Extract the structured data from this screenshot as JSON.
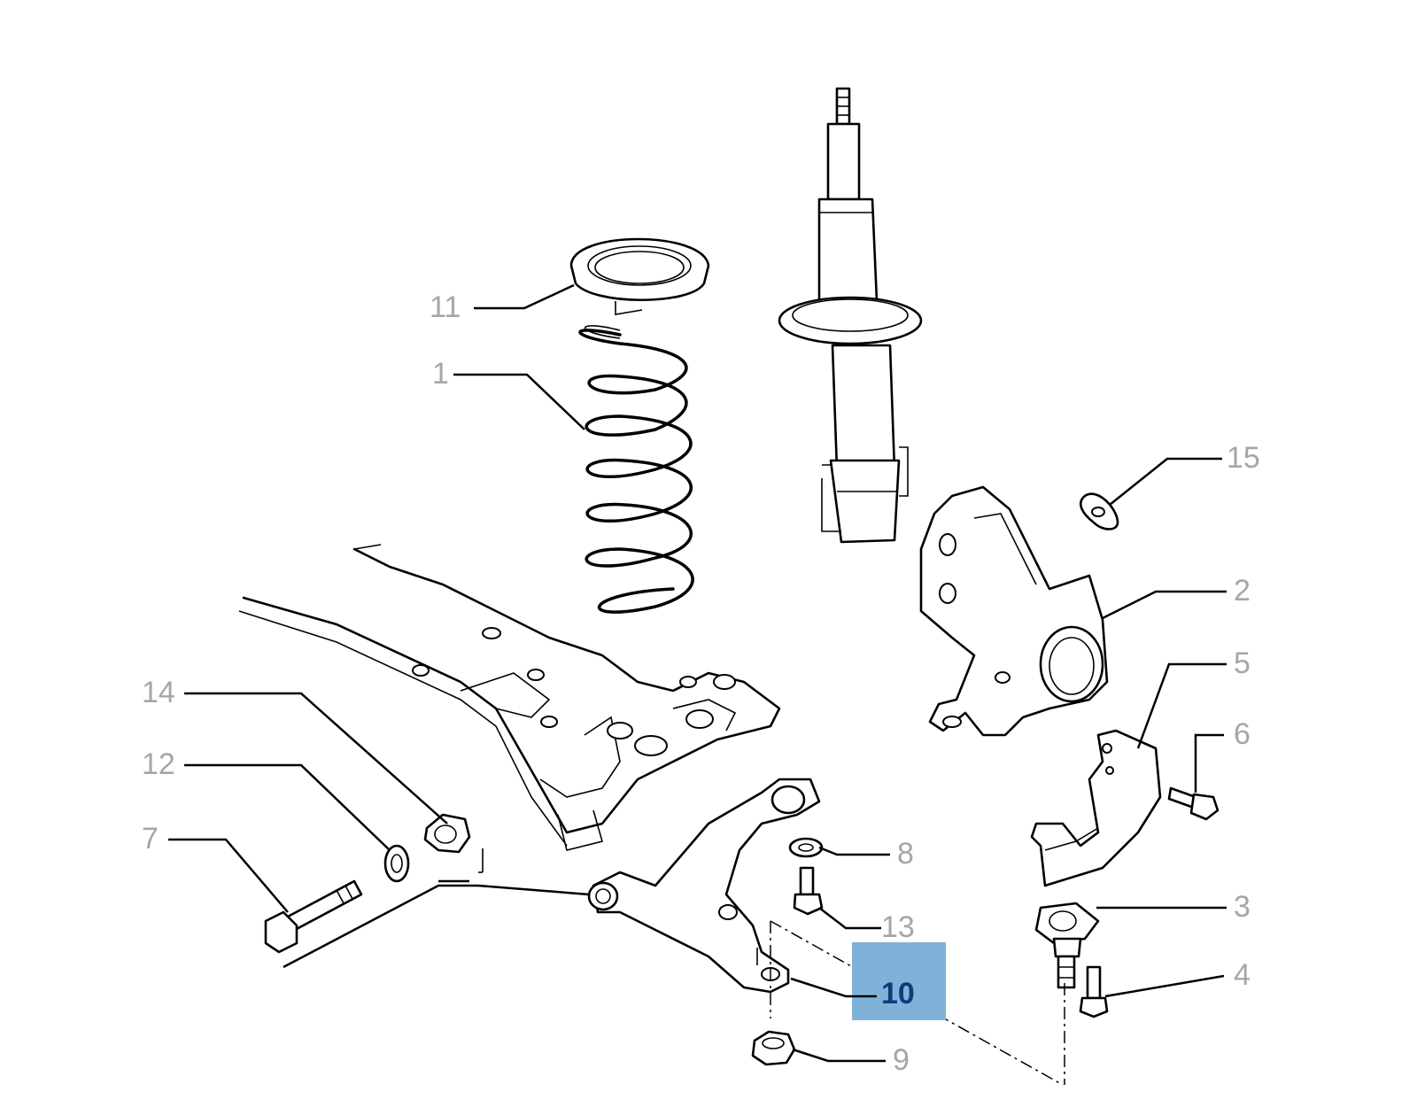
{
  "diagram": {
    "highlight_color": "#7fb2d8",
    "highlighted_part": "10",
    "callouts": [
      {
        "id": "1",
        "label": "1"
      },
      {
        "id": "2",
        "label": "2"
      },
      {
        "id": "3",
        "label": "3"
      },
      {
        "id": "4",
        "label": "4"
      },
      {
        "id": "5",
        "label": "5"
      },
      {
        "id": "6",
        "label": "6"
      },
      {
        "id": "7",
        "label": "7"
      },
      {
        "id": "8",
        "label": "8"
      },
      {
        "id": "9",
        "label": "9"
      },
      {
        "id": "10",
        "label": "10"
      },
      {
        "id": "11",
        "label": "11"
      },
      {
        "id": "12",
        "label": "12"
      },
      {
        "id": "13",
        "label": "13"
      },
      {
        "id": "14",
        "label": "14"
      },
      {
        "id": "15",
        "label": "15"
      }
    ]
  }
}
